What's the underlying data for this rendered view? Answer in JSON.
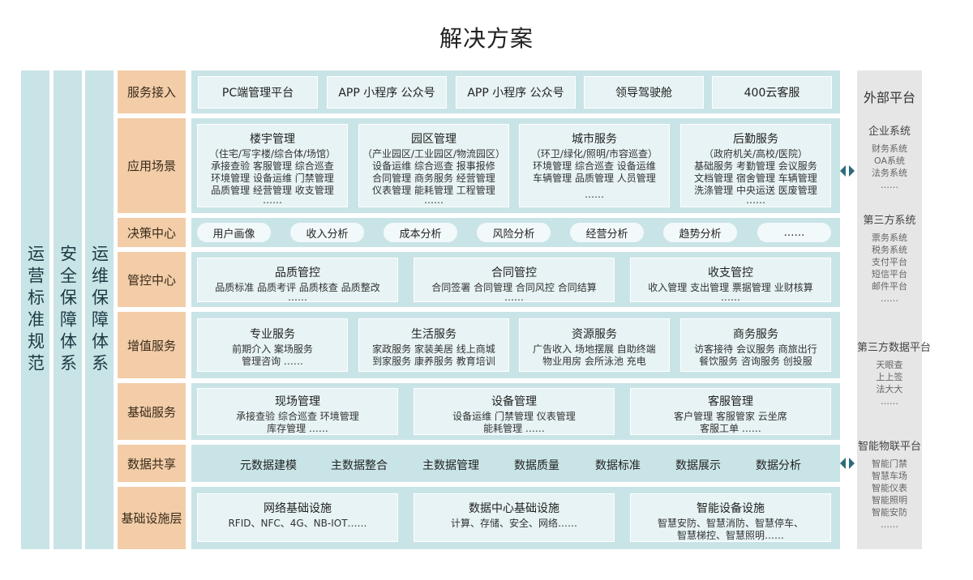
{
  "title": "解决方案",
  "left_columns": [
    "运营标准规范",
    "安全保障体系",
    "运维保障体系"
  ],
  "rows": {
    "service_access": {
      "label": "服务接入",
      "items": [
        "PC端管理平台",
        "APP  小程序  公众号",
        "APP  小程序  公众号",
        "领导驾驶舱",
        "400云客服"
      ]
    },
    "app_scene": {
      "label": "应用场景",
      "cards": [
        {
          "title": "楼宇管理",
          "sub": "（住宅/写字楼/综合体/场馆）",
          "lines": [
            "承接查验    客服管理    综合巡查",
            "环境管理    设备运维    门禁管理",
            "品质管理    经营管理    收支管理"
          ],
          "more": "……"
        },
        {
          "title": "园区管理",
          "sub": "（产业园区/工业园区/物流园区）",
          "lines": [
            "设备运维    综合巡查    报事报修",
            "合同管理    商务服务    经营管理",
            "仪表管理    能耗管理    工程管理"
          ],
          "more": "……"
        },
        {
          "title": "城市服务",
          "sub": "（环卫/绿化/照明/市容巡查）",
          "lines": [
            "环境管理    综合巡查    设备运维",
            "车辆管理    品质管理    人员管理"
          ],
          "more": "……"
        },
        {
          "title": "后勤服务",
          "sub": "（政府机关/高校/医院）",
          "lines": [
            "基础服务    考勤管理    会议服务",
            "文档管理    宿舍管理    车辆管理",
            "洗涤管理    中央运送    医废管理"
          ],
          "more": "……"
        }
      ]
    },
    "decision": {
      "label": "决策中心",
      "items": [
        "用户画像",
        "收入分析",
        "成本分析",
        "风险分析",
        "经营分析",
        "趋势分析",
        "……"
      ]
    },
    "control": {
      "label": "管控中心",
      "cards": [
        {
          "title": "品质管控",
          "lines": [
            "品质标准    品质考评    品质核查    品质整改"
          ],
          "more": "……"
        },
        {
          "title": "合同管控",
          "lines": [
            "合同签署    合同管理    合同风控    合同结算"
          ],
          "more": "……"
        },
        {
          "title": "收支管控",
          "lines": [
            "收入管理    支出管理    票据管理    业财核算"
          ],
          "more": "……"
        }
      ]
    },
    "value_added": {
      "label": "增值服务",
      "cards": [
        {
          "title": "专业服务",
          "lines": [
            "前期介入        案场服务",
            "管理咨询        ……"
          ]
        },
        {
          "title": "生活服务",
          "lines": [
            "家政服务    家装美居    线上商城",
            "到家服务    康养服务    教育培训"
          ]
        },
        {
          "title": "资源服务",
          "lines": [
            "广告收入    场地摆展    自助终端",
            "物业用房    会所泳池    充电"
          ]
        },
        {
          "title": "商务服务",
          "lines": [
            "访客接待    会议服务    商旅出行",
            "餐饮服务    咨询服务    创投服"
          ]
        }
      ]
    },
    "basic": {
      "label": "基础服务",
      "cards": [
        {
          "title": "现场管理",
          "lines": [
            "承接查验    综合巡查    环境管理",
            "库存管理        ……"
          ]
        },
        {
          "title": "设备管理",
          "lines": [
            "设备运维    门禁管理    仪表管理",
            "能耗管理        ……"
          ]
        },
        {
          "title": "客服管理",
          "lines": [
            "客户管理    客服管家    云坐席",
            "客服工单        ……"
          ]
        }
      ]
    },
    "data_share": {
      "label": "数据共享",
      "items": [
        "元数据建模",
        "主数据整合",
        "主数据管理",
        "数据质量",
        "数据标准",
        "数据展示",
        "数据分析"
      ]
    },
    "infra": {
      "label": "基础设施层",
      "cards": [
        {
          "title": "网络基础设施",
          "lines": [
            "RFID、NFC、4G、NB-IOT……"
          ]
        },
        {
          "title": "数据中心基础设施",
          "lines": [
            "计算、存储、安全、网络……"
          ]
        },
        {
          "title": "智能设备设施",
          "lines": [
            "智慧安防、智慧消防、智慧停车、",
            "智慧梯控、智慧照明……"
          ]
        }
      ]
    }
  },
  "external": {
    "title": "外部平台",
    "groups": [
      {
        "title": "企业系统",
        "items": [
          "财务系统",
          "OA系统",
          "法务系统",
          "……"
        ]
      },
      {
        "title": "第三方系统",
        "items": [
          "票务系统",
          "税务系统",
          "支付平台",
          "短信平台",
          "邮件平台",
          "……"
        ]
      },
      {
        "title": "第三方数据平台",
        "items": [
          "天眼查",
          "上上签",
          "法大大",
          "……"
        ]
      },
      {
        "title": "智能物联平台",
        "items": [
          "智能门禁",
          "智慧车场",
          "智能仪表",
          "智能照明",
          "智能安防",
          "……"
        ]
      }
    ]
  },
  "colors": {
    "teal": "#c9e4e7",
    "orange": "#f2cda8",
    "card": "#e7f3f4",
    "grey": "#e6e6e6",
    "arrow": "#2d6b7c"
  }
}
